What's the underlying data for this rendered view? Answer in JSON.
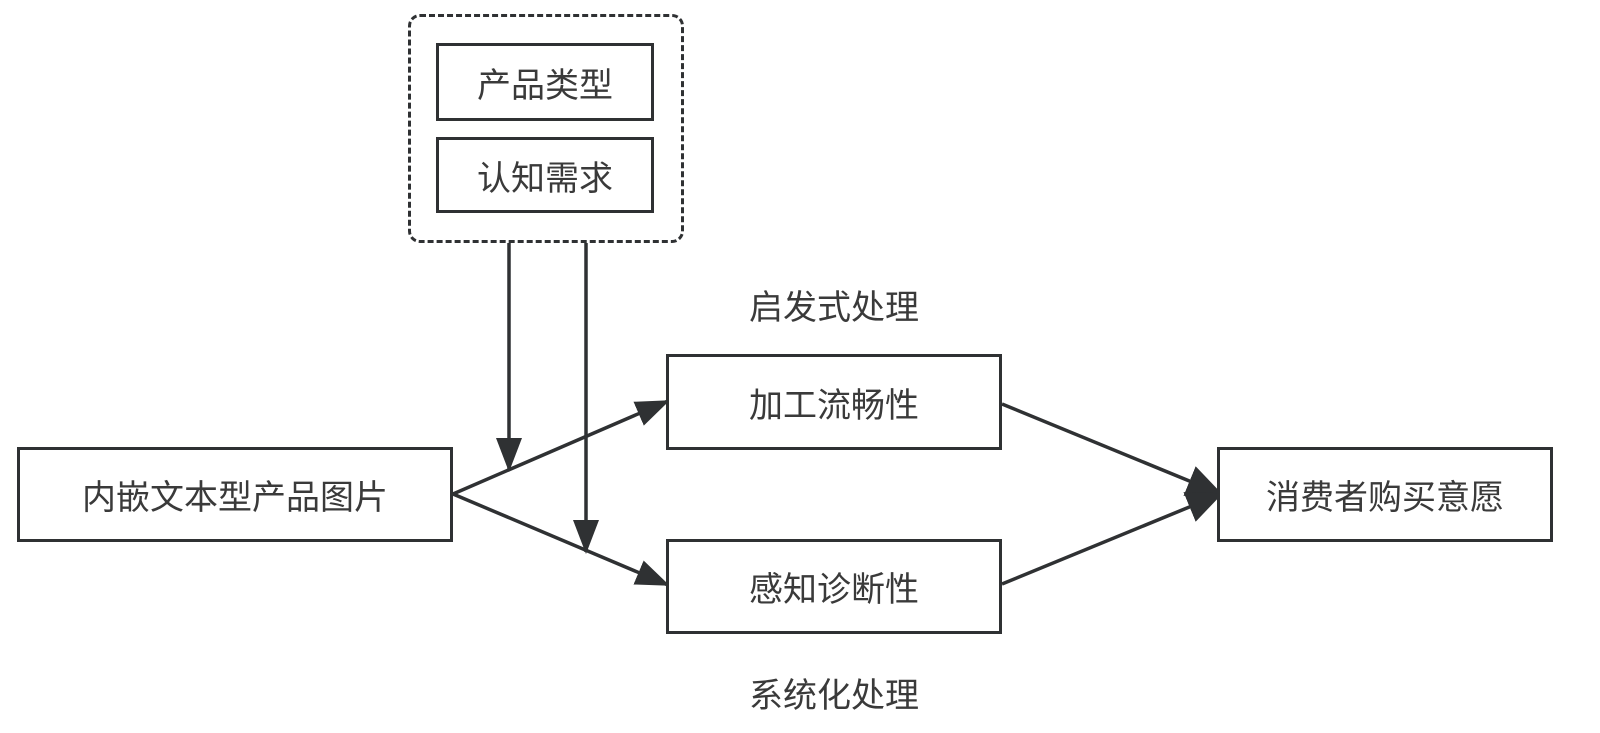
{
  "moderators": {
    "product_type": "产品类型",
    "cognitive_need": "认知需求"
  },
  "independent_variable": "内嵌文本型产品图片",
  "mediators": {
    "processing_fluency": "加工流畅性",
    "perceived_diagnosticity": "感知诊断性"
  },
  "dependent_variable": "消费者购买意愿",
  "path_labels": {
    "heuristic": "启发式处理",
    "systematic": "系统化处理"
  },
  "colors": {
    "stroke": "#2f3133",
    "text": "#3a3a3a",
    "background": "#ffffff"
  }
}
